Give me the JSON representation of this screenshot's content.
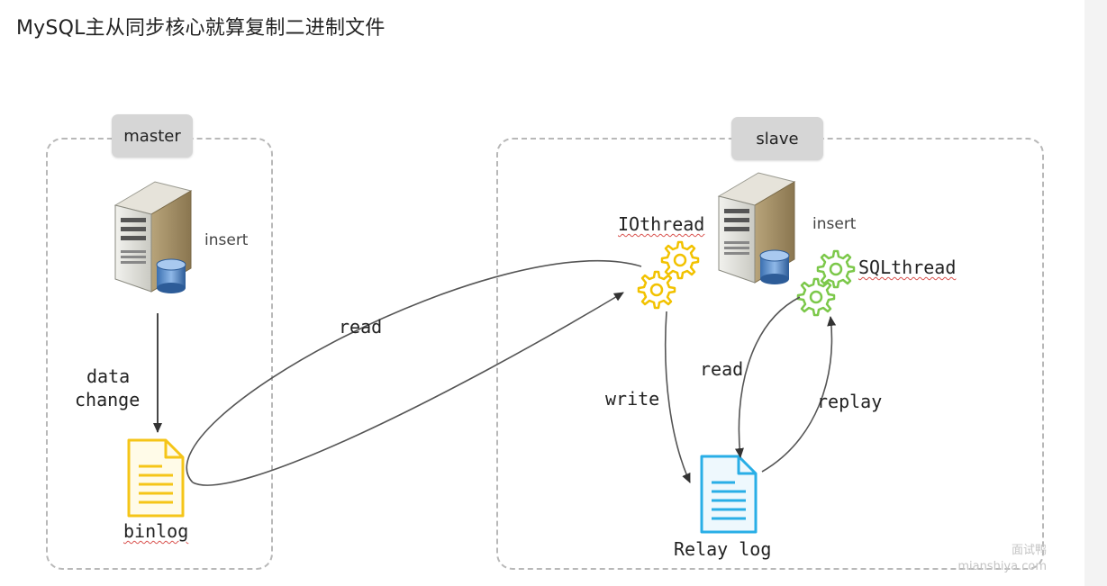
{
  "title": "MySQL主从同步核心就算复制二进制文件",
  "master": {
    "label": "master",
    "server_label": "insert",
    "edge_label_line1": "data",
    "edge_label_line2": "change",
    "file_label": "binlog"
  },
  "slave": {
    "label": "slave",
    "server_label": "insert",
    "io_thread_label": "IOthread",
    "sql_thread_label": "SQLthread",
    "relay_log_label": "Relay log",
    "write_label": "write",
    "read_label": "read",
    "replay_label": "replay"
  },
  "cross_read_label": "read",
  "watermark": {
    "line1": "面试鸭",
    "line2": "mianshiya.com"
  },
  "colors": {
    "binlog_file": "#f5c518",
    "relay_file": "#29aee6",
    "io_gears": "#f2c200",
    "sql_gears": "#7cc84a",
    "arrows": "#555555",
    "dashed_border": "#b8b8b8"
  }
}
